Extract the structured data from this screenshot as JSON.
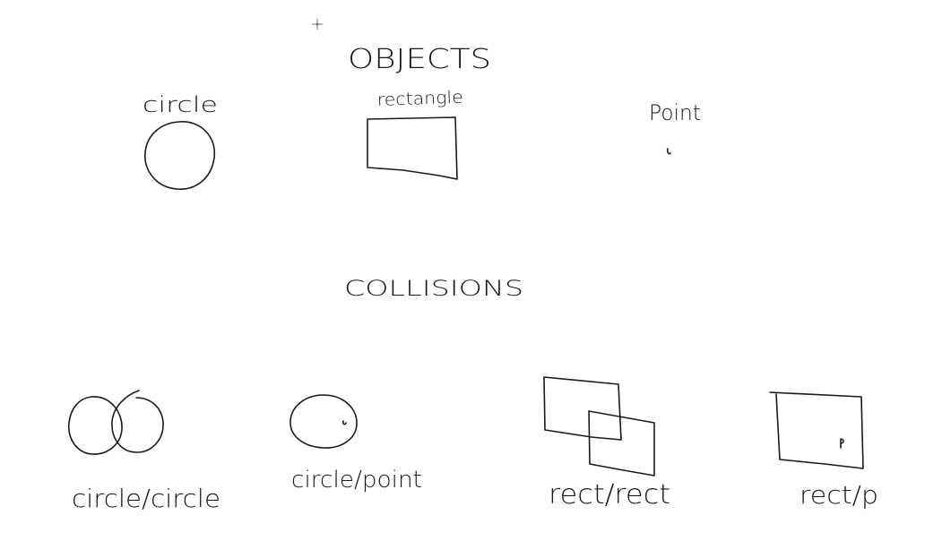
{
  "headings": {
    "objects": "OBJECTS",
    "collisions": "COLLISIONS"
  },
  "objects": {
    "circle_label": "circle",
    "rectangle_label": "rectangle",
    "point_label": "Point"
  },
  "collisions": {
    "circle_circle_label": "circle/circle",
    "circle_point_label": "circle/point",
    "rect_rect_label": "rect/rect",
    "rect_point_label": "rect/p"
  },
  "cursor_icon": "crosshair-cursor-icon"
}
